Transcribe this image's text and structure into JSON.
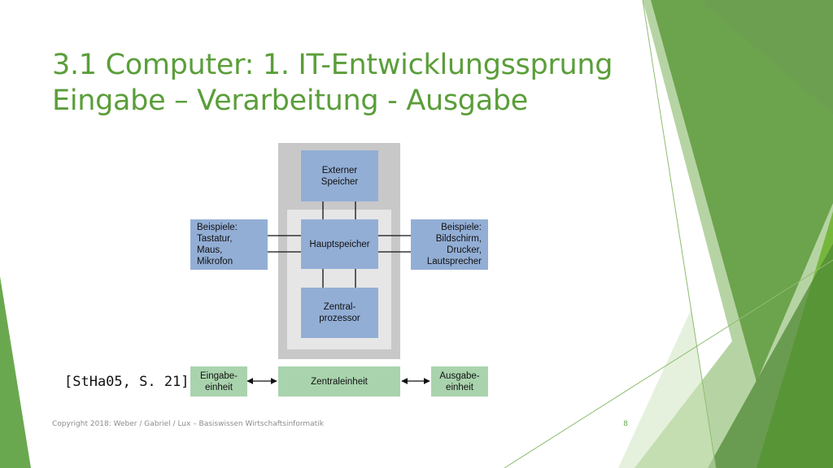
{
  "title": {
    "line1": "3.1 Computer: 1. IT-Entwicklungssprung",
    "line2": "Eingabe – Verarbeitung - Ausgabe"
  },
  "diagram": {
    "external_storage": "Externer\nSpeicher",
    "main_memory": "Hauptspeicher",
    "cpu": "Zentral-\nprozessor",
    "input_examples": "Beispiele:\nTastatur,\nMaus,\nMikrofon",
    "output_examples": "Beispiele:\nBildschirm,\nDrucker,\nLautsprecher",
    "input_unit": "Eingabe-\neinheit",
    "central_unit": "Zentraleinheit",
    "output_unit": "Ausgabe-\neinheit"
  },
  "citation": "[StHa05, S. 21]",
  "footer": {
    "copyright": "Copyright 2018: Weber / Gabriel / Lux – Basiswissen Wirtschaftsinformatik",
    "page_number": "8"
  },
  "colors": {
    "title_green": "#5a9e3a",
    "box_blue": "#93aed5",
    "box_green": "#a9d3ad",
    "outer_gray": "#c8c8c8",
    "inner_gray": "#e6e6e6"
  }
}
